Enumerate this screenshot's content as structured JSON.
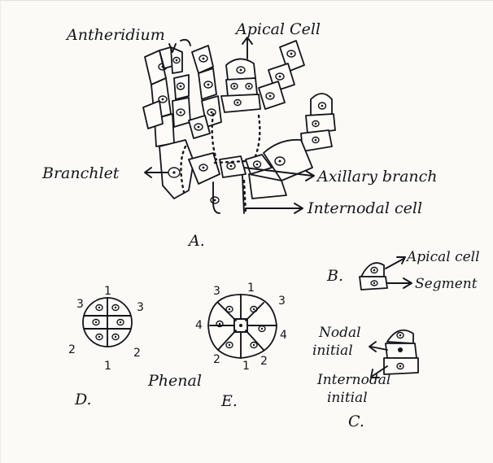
{
  "figure_a": {
    "antheridium": "Antheridium",
    "apical_cell": "Apical Cell",
    "branchlet": "Branchlet",
    "axillary_branch": "Axillary branch",
    "internodal_cell": "Internodal cell",
    "letter": "A."
  },
  "figure_b": {
    "apical_cell": "Apical cell",
    "segment": "Segment",
    "letter": "B."
  },
  "figure_c": {
    "nodal_initial_1": "Nodal",
    "nodal_initial_2": "initial",
    "internodal_initial_1": "Internodal",
    "internodal_initial_2": "initial",
    "letter": "C."
  },
  "figure_d": {
    "letter": "D.",
    "numbers": [
      "1",
      "3",
      "3",
      "2",
      "2",
      "1"
    ]
  },
  "figure_e": {
    "letter": "E.",
    "numbers": [
      "3",
      "1",
      "3",
      "4",
      "4",
      "2",
      "1",
      "2"
    ]
  },
  "caption": "Phenal"
}
